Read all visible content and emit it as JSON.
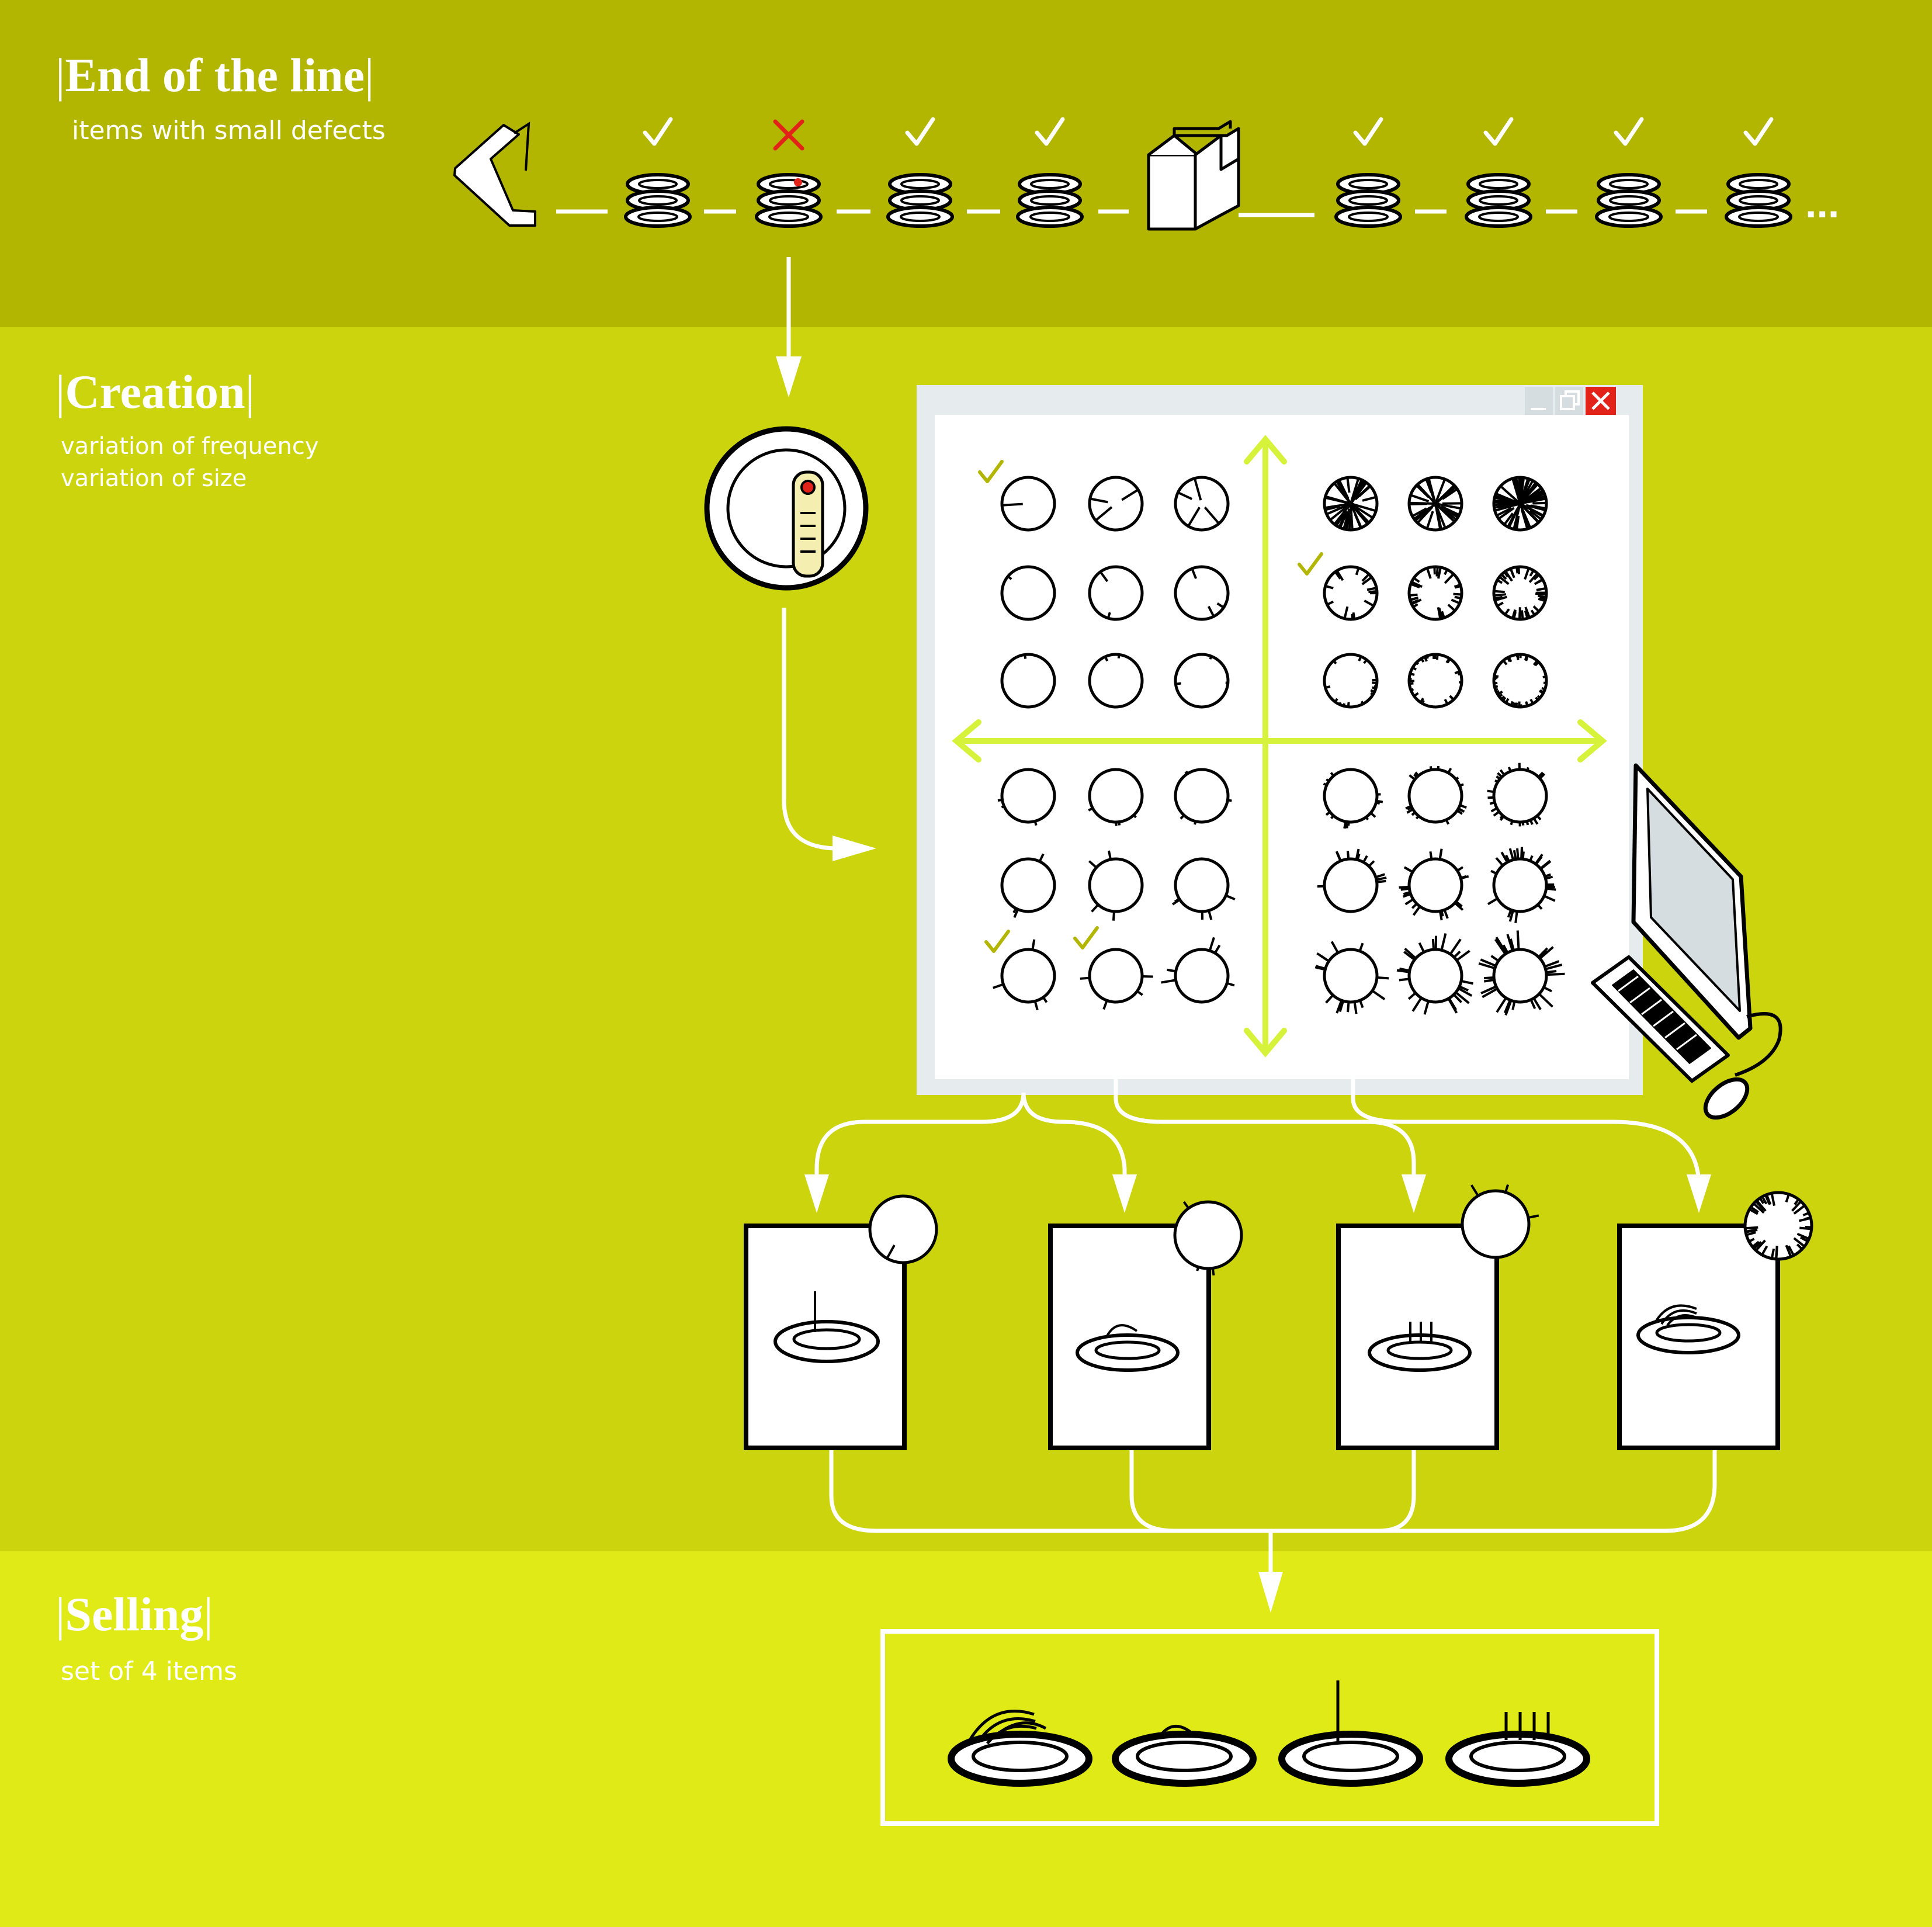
{
  "sections": {
    "end_of_line": {
      "title": "End of the line",
      "subtitle": "items with small defects"
    },
    "creation": {
      "title": "Creation",
      "subtitle_1": "variation of frequency",
      "subtitle_2": "variation of size"
    },
    "selling": {
      "title": "Selling",
      "subtitle": "set of 4 items"
    }
  },
  "production_line": {
    "ellipsis": "...",
    "stacks": [
      "ok",
      "defect",
      "ok",
      "ok",
      "ok",
      "ok",
      "ok",
      "ok"
    ]
  },
  "colors": {
    "top_band": "#b3b601",
    "middle_band": "#cbd40d",
    "bottom_band": "#e0ea17",
    "accent_arrows": "#d7f23a",
    "reject_mark": "#e2231a",
    "window_close": "#e2231a"
  },
  "icons": [
    "robot-arm-icon",
    "plate-stack-icon",
    "check-icon",
    "cross-icon",
    "factory-icon",
    "magnifier-icon",
    "computer-icon",
    "keyboard-icon",
    "mouse-icon",
    "plate-icon"
  ]
}
